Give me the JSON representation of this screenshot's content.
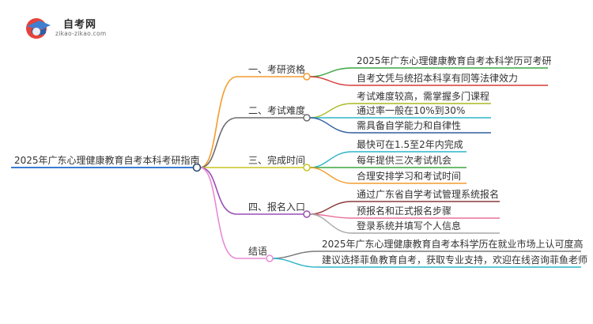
{
  "logo": {
    "title": "自考网",
    "subtitle": "zikao-zikao.com",
    "icon": "graduation-cap-icon"
  },
  "root": {
    "label": "2025年广东心理健康教育自考本科考研指南",
    "color": "#3a7bd5"
  },
  "branches": [
    {
      "label": "一、考研资格",
      "color": "#f39c2d",
      "leaves": [
        {
          "label": "2025年广东心理健康教育自考本科学历可考研",
          "color": "#3aa641"
        },
        {
          "label": "自考文凭与统招本科享有同等法律效力",
          "color": "#d63a3a"
        }
      ]
    },
    {
      "label": "二、考试难度",
      "color": "#6d6d6d",
      "leaves": [
        {
          "label": "考试难度较高，需掌握多门课程",
          "color": "#a8b820"
        },
        {
          "label": "通过率一般在10%到30%",
          "color": "#2fb5c9"
        },
        {
          "label": "需具备自学能力和自律性",
          "color": "#2f5f9e"
        }
      ]
    },
    {
      "label": "三、完成时间",
      "color": "#c5c520",
      "leaves": [
        {
          "label": "最快可在1.5至2年内完成",
          "color": "#2fb5c9"
        },
        {
          "label": "每年提供三次考试机会",
          "color": "#3aa641"
        },
        {
          "label": "合理安排学习和考试时间",
          "color": "#f39c2d"
        }
      ]
    },
    {
      "label": "四、报名入口",
      "color": "#9b4fb5",
      "leaves": [
        {
          "label": "通过广东省自学考试管理系统报名",
          "color": "#8b3a3a"
        },
        {
          "label": "预报名和正式报名步骤",
          "color": "#e8709a"
        },
        {
          "label": "登录系统并填写个人信息",
          "color": "#a8a8a8"
        }
      ]
    },
    {
      "label": "结语",
      "color": "#e88ad6",
      "leaves": [
        {
          "label": "2025年广东心理健康教育自考本科学历在就业市场上认可度高",
          "color": "#7a7a7a"
        },
        {
          "label": "建议选择菲鱼教育自考，获取专业支持，欢迎在线咨询菲鱼老师",
          "color": "#2fb5c9"
        }
      ]
    }
  ]
}
